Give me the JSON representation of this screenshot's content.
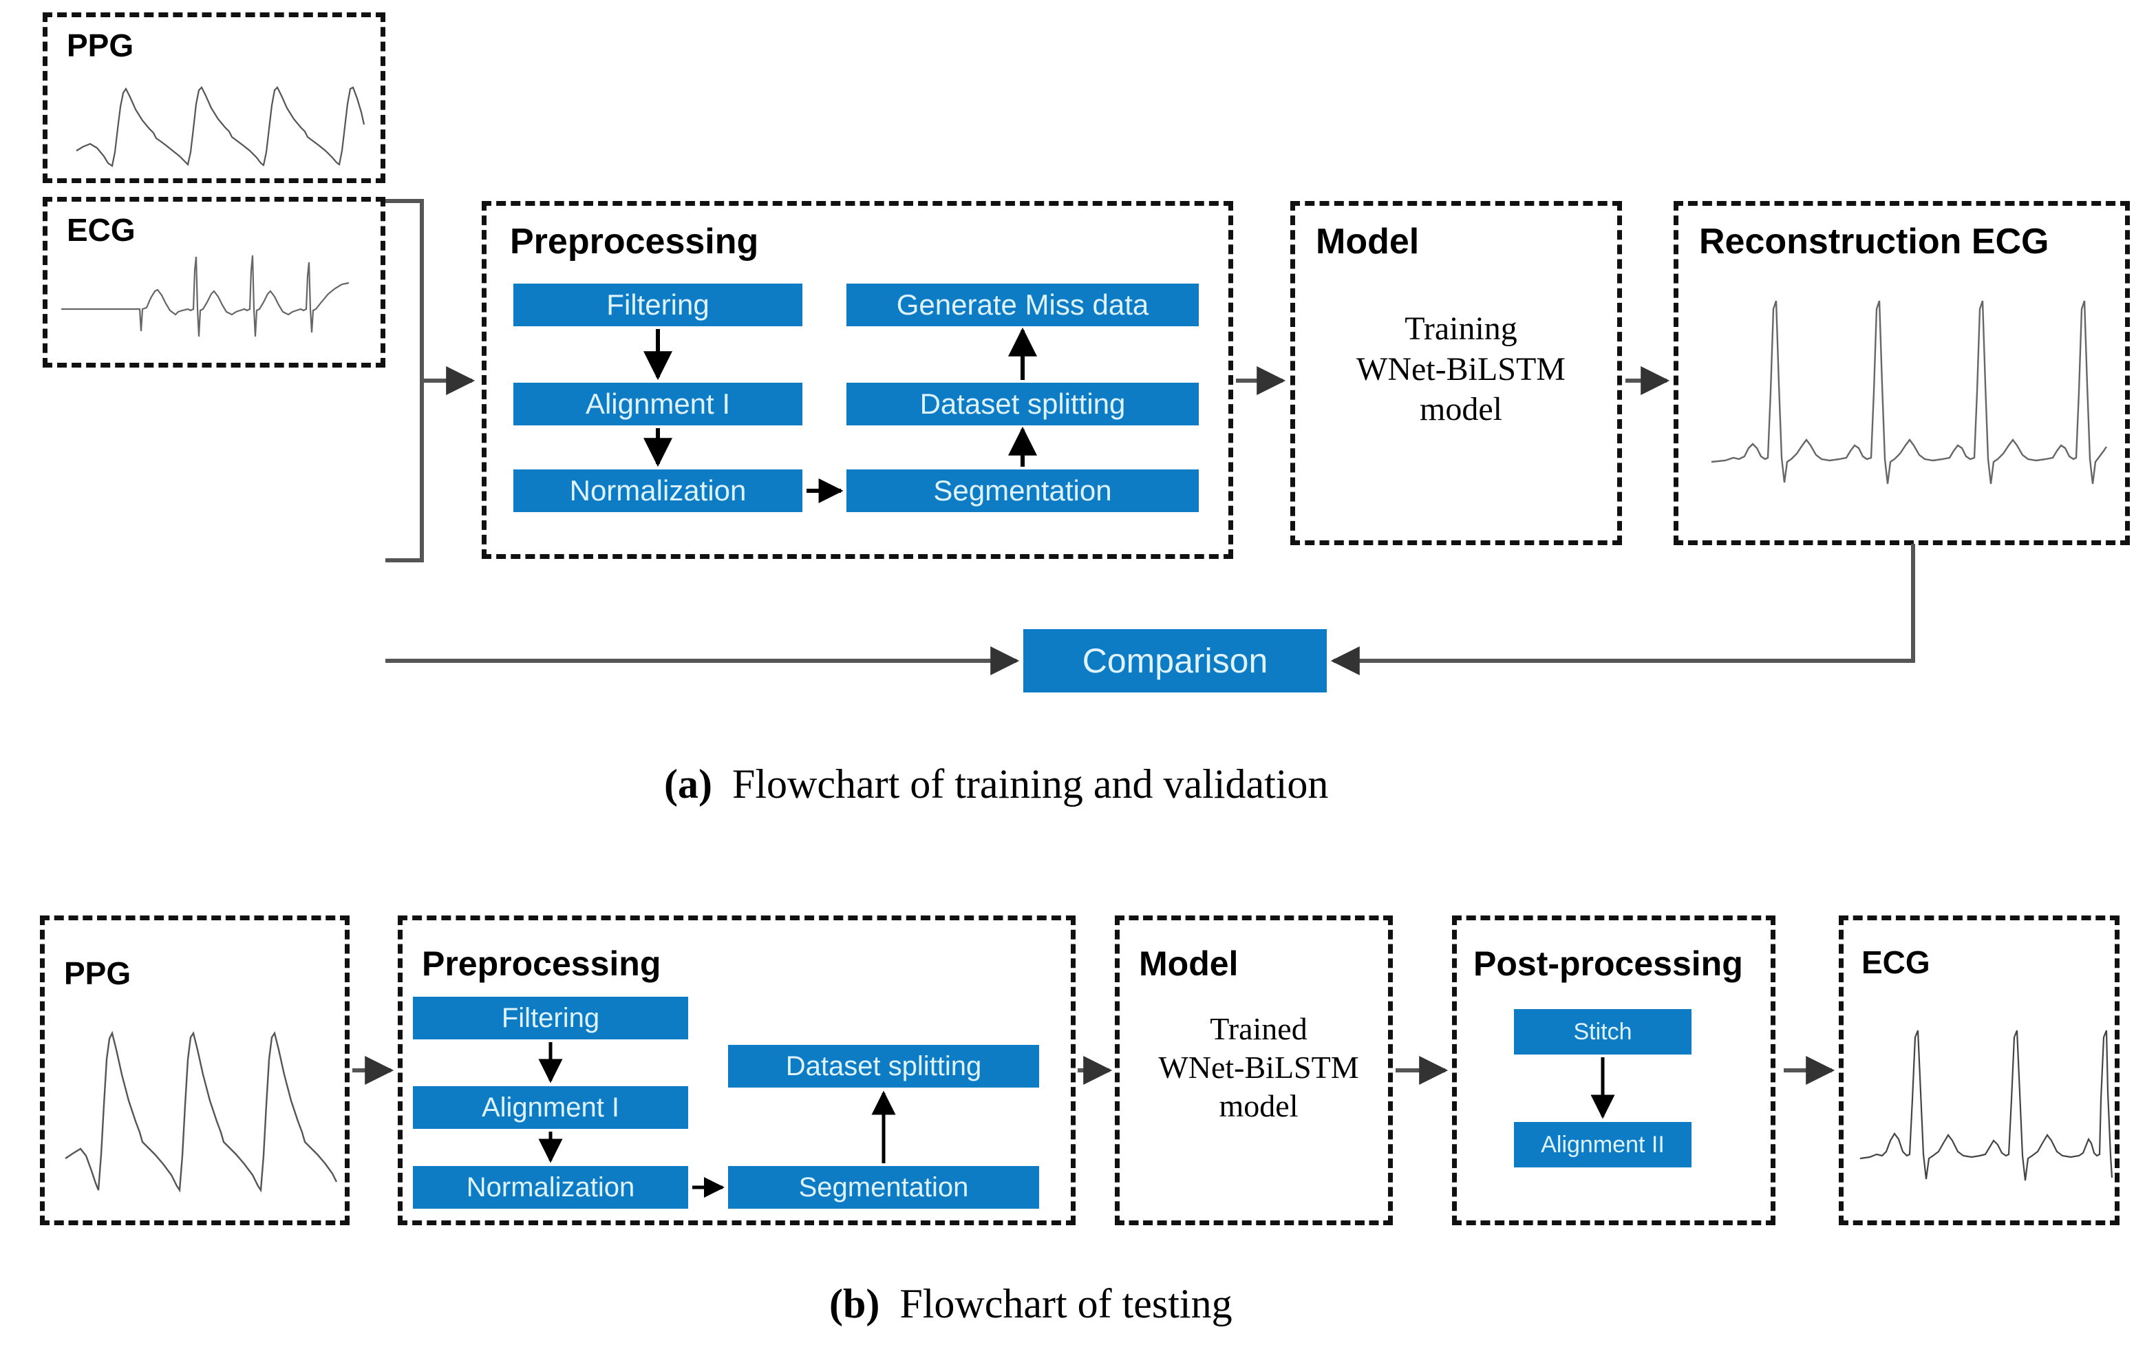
{
  "figure": {
    "panels": [
      {
        "id": "a",
        "caption_label": "(a)",
        "caption_text": "Flowchart of training and validation",
        "boxes": {
          "ppg": {
            "title": "PPG",
            "signal": "ppg-waveform"
          },
          "ecg": {
            "title": "ECG",
            "signal": "ecg-waveform"
          },
          "preprocessing": {
            "title": "Preprocessing",
            "left_column": [
              "Filtering",
              "Alignment I",
              "Normalization"
            ],
            "right_column": [
              "Generate Miss data",
              "Dataset splitting",
              "Segmentation"
            ]
          },
          "model": {
            "title": "Model",
            "line1": "Training",
            "line2": "WNet-BiLSTM",
            "line3": "model"
          },
          "reconstruction": {
            "title": "Reconstruction ECG",
            "signal": "reconstructed-ecg-waveform"
          },
          "comparison": {
            "label": "Comparison"
          }
        }
      },
      {
        "id": "b",
        "caption_label": "(b)",
        "caption_text": "Flowchart of testing",
        "boxes": {
          "ppg": {
            "title": "PPG",
            "signal": "ppg-waveform"
          },
          "preprocessing": {
            "title": "Preprocessing",
            "left_column": [
              "Filtering",
              "Alignment I",
              "Normalization"
            ],
            "right_column": [
              "Dataset splitting",
              "Segmentation"
            ]
          },
          "model": {
            "title": "Model",
            "line1": "Trained",
            "line2": "WNet-BiLSTM",
            "line3": "model"
          },
          "postprocessing": {
            "title": "Post-processing",
            "steps": [
              "Stitch",
              "Alignment II"
            ]
          },
          "ecg": {
            "title": "ECG",
            "signal": "ecg-waveform"
          }
        }
      }
    ]
  },
  "colors": {
    "chip_blue": "#0d7cc4",
    "chip_text": "#dff3ff",
    "box_border": "#111111",
    "connector": "#555555",
    "background": "#ffffff"
  }
}
